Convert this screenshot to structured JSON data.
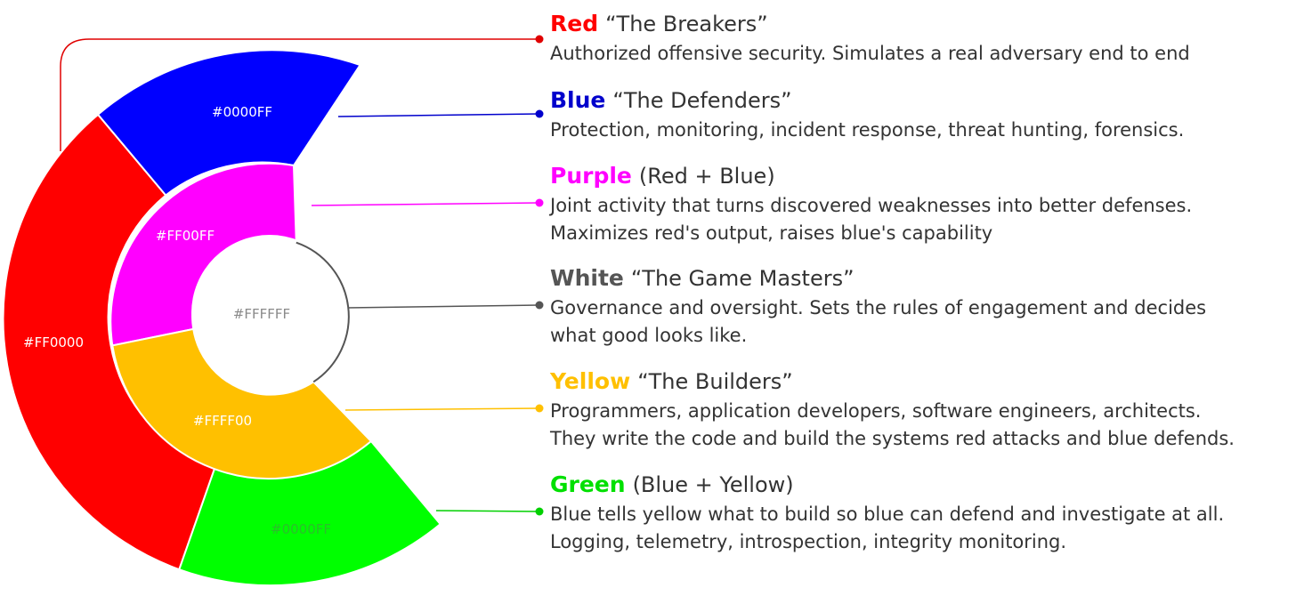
{
  "segments": {
    "red": {
      "label": "#FF0000",
      "color": "#FF0000"
    },
    "blue": {
      "label": "#0000FF",
      "color": "#0000FF"
    },
    "purple": {
      "label": "#FF00FF",
      "color": "#FF00FF"
    },
    "yellow": {
      "label": "#FFFF00",
      "color": "#FFC000"
    },
    "green": {
      "label": "#0000FF",
      "color": "#00FF00"
    },
    "white": {
      "label": "#FFFFFF",
      "color": "#FFFFFF"
    }
  },
  "teams": [
    {
      "name": "Red",
      "color": "#FF0000",
      "subtitle": "“The Breakers”",
      "lines": [
        "Authorized offensive security. Simulates a real adversary end to end"
      ]
    },
    {
      "name": "Blue",
      "color": "#0000CC",
      "subtitle": "“The Defenders”",
      "lines": [
        "Protection, monitoring, incident response, threat hunting, forensics."
      ]
    },
    {
      "name": "Purple",
      "color": "#FF00FF",
      "subtitle": "(Red + Blue)",
      "lines": [
        "Joint activity that turns discovered weaknesses into better defenses.",
        "Maximizes red's output, raises blue's capability"
      ]
    },
    {
      "name": "White",
      "color": "#555555",
      "subtitle": "“The Game Masters”",
      "lines": [
        "Governance and oversight. Sets the rules of engagement and decides",
        "what good looks like."
      ]
    },
    {
      "name": "Yellow",
      "color": "#FFC000",
      "subtitle": "“The Builders”",
      "lines": [
        "Programmers, application developers, software engineers, architects.",
        "They write the code and build the systems red attacks and blue defends."
      ]
    },
    {
      "name": "Green",
      "color": "#00E000",
      "subtitle": "(Blue + Yellow)",
      "lines": [
        "Blue tells yellow what to build so blue can defend and investigate at all.",
        "Logging, telemetry, introspection, integrity monitoring."
      ]
    }
  ]
}
